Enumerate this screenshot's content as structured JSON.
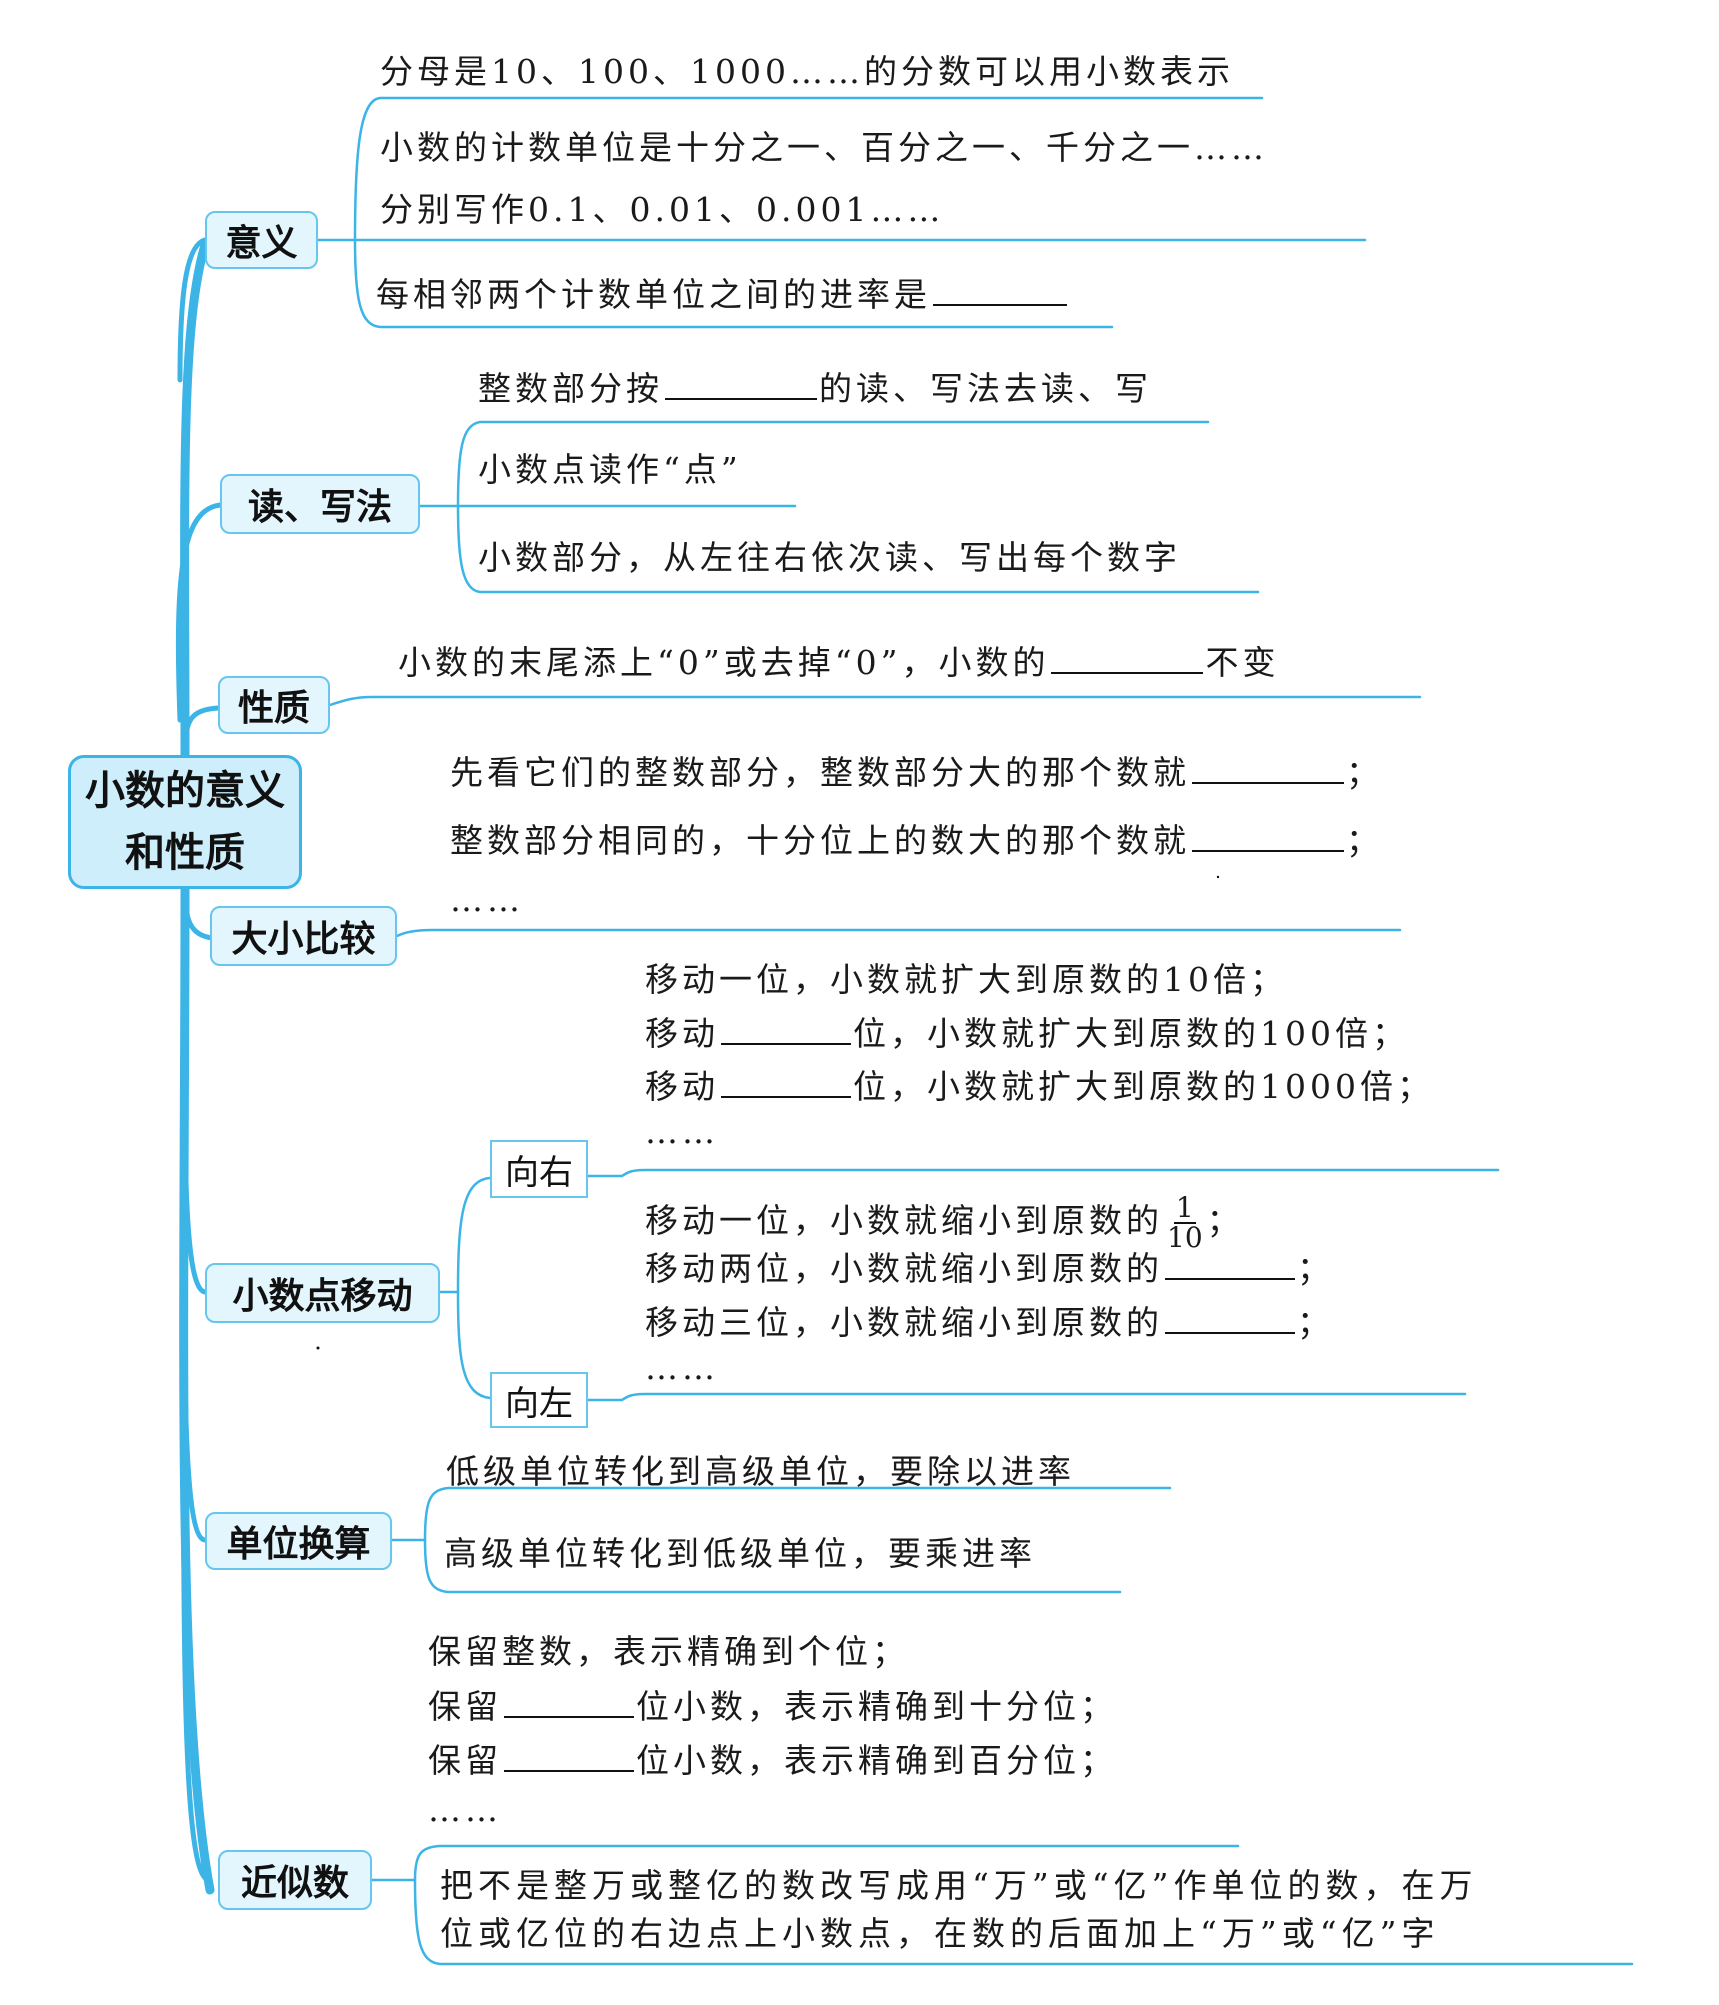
{
  "root": {
    "line1": "小数的意义",
    "line2": "和性质"
  },
  "meaning": {
    "label": "意义",
    "text1": "分母是10、100、1000……的分数可以用小数表示",
    "text2": "小数的计数单位是十分之一、百分之一、千分之一……",
    "text3": "分别写作0.1、0.01、0.001……",
    "text4": "每相邻两个计数单位之间的进率是"
  },
  "readwrite": {
    "label": "读、写法",
    "text1a": "整数部分按",
    "text1b": "的读、写法去读、写",
    "text2": "小数点读作“点”",
    "text3": "小数部分，从左往右依次读、写出每个数字"
  },
  "property": {
    "label": "性质",
    "text_a": "小数的末尾添上“0”或去掉“0”，小数的",
    "text_b": "不变"
  },
  "compare": {
    "label": "大小比较",
    "text1": "先看它们的整数部分，整数部分大的那个数就",
    "text2": "整数部分相同的，十分位上的数大的那个数就",
    "semicolon": "；",
    "ellipsis": "……"
  },
  "move": {
    "label": "小数点移动",
    "right": {
      "label": "向右",
      "line1": "移动一位，小数就扩大到原数的10倍；",
      "line2a": "移动",
      "line2b": "位，小数就扩大到原数的100倍；",
      "line3a": "移动",
      "line3b": "位，小数就扩大到原数的1000倍；",
      "ellipsis": "……"
    },
    "left": {
      "label": "向左",
      "line1a": "移动一位，小数就缩小到原数的",
      "frac_num": "1",
      "frac_den": "10",
      "line1b": "；",
      "line2": "移动两位，小数就缩小到原数的",
      "line3": "移动三位，小数就缩小到原数的",
      "semicolon": "；",
      "ellipsis": "……"
    }
  },
  "unit": {
    "label": "单位换算",
    "text1": "低级单位转化到高级单位，要除以进率",
    "text2": "高级单位转化到低级单位，要乘进率"
  },
  "approx": {
    "label": "近似数",
    "line1": "保留整数，表示精确到个位；",
    "line2a": "保留",
    "line2b": "位小数，表示精确到十分位；",
    "line3a": "保留",
    "line3b": "位小数，表示精确到百分位；",
    "ellipsis": "……",
    "text4a": "把不是整万或整亿的数改写成用“万”或“亿”作单位的数，在万",
    "text4b": "位或亿位的右边点上小数点，在数的后面加上“万”或“亿”字"
  }
}
